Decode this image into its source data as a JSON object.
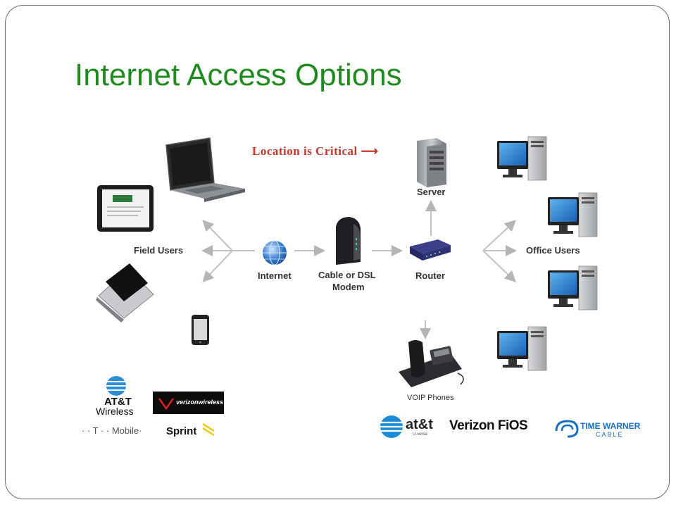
{
  "slide": {
    "title": "Internet Access Options"
  },
  "callout": {
    "text": "Location is Critical",
    "arrow": "⟶"
  },
  "nodes": {
    "field_users": "Field Users",
    "internet": "Internet",
    "modem_line1": "Cable or DSL",
    "modem_line2": "Modem",
    "router": "Router",
    "server": "Server",
    "office_users": "Office Users",
    "voip": "VOIP Phones"
  },
  "logos": {
    "att_wireless_line1": "AT&T",
    "att_wireless_line2": "Wireless",
    "verizon_wireless": "verizonwireless",
    "tmobile": "· · T · · Mobile·",
    "sprint": "Sprint",
    "att_uverse_main": "at&t",
    "att_uverse_sub": "U-verse",
    "verizon_fios": "Verizon FiOS",
    "time_warner_line1": "TIME WARNER",
    "time_warner_line2": "CABLE"
  },
  "colors": {
    "title": "#1f8a1f",
    "callout": "#c0392b",
    "frame": "#6b6b6b",
    "arrow": "#b5b5b5",
    "monitor_screen": "#2a7fd4"
  },
  "icons": [
    "laptop-icon",
    "tablet-icon",
    "convertible-laptop-icon",
    "phone-icon",
    "globe-icon",
    "modem-icon",
    "router-icon",
    "server-icon",
    "desktop-computer-icon",
    "voip-phone-icon"
  ]
}
